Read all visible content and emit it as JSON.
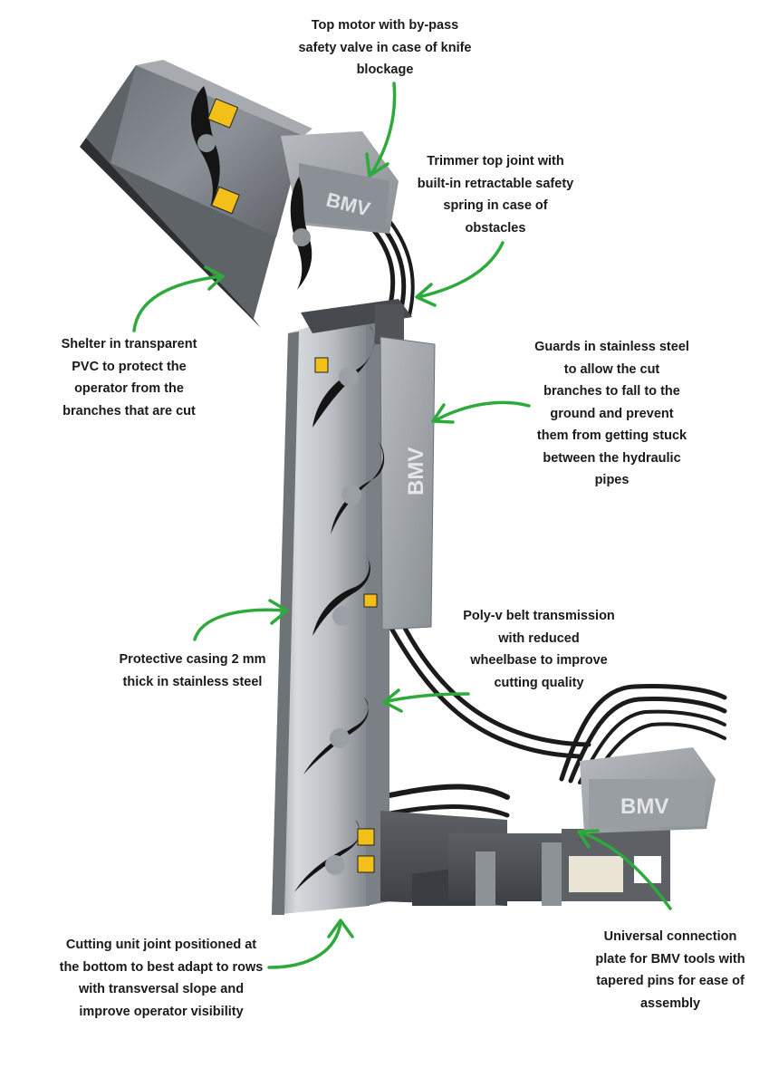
{
  "brand": {
    "name": "BMV"
  },
  "colors": {
    "arrow": "#2eaa3c",
    "text": "#1a1a1a",
    "steel_light": "#c4c7ca",
    "steel_mid": "#9ea3a8",
    "steel_dark": "#5c6065",
    "graphite": "#4a4d51",
    "shelter": "#7d8288",
    "knife": "#141414",
    "sticker": "#f3c01a",
    "hose": "#1b1b1b"
  },
  "callouts": {
    "top_motor": {
      "lines": [
        "Top motor with by-pass",
        "safety valve in case of knife",
        "blockage"
      ]
    },
    "top_joint": {
      "lines": [
        "Trimmer top joint with",
        "built-in retractable safety",
        "spring in case of",
        "obstacles"
      ]
    },
    "shelter": {
      "lines": [
        "Shelter in transparent",
        "PVC to protect the",
        "operator from the",
        "branches that are cut"
      ]
    },
    "guards": {
      "lines": [
        "Guards in stainless steel",
        "to allow the cut",
        "branches to fall to the",
        "ground and prevent",
        "them from getting stuck",
        "between the hydraulic",
        "pipes"
      ]
    },
    "belt": {
      "lines": [
        "Poly-v belt transmission",
        "with reduced",
        "wheelbase to improve",
        "cutting quality"
      ]
    },
    "casing": {
      "lines": [
        "Protective casing 2 mm",
        "thick in stainless steel"
      ]
    },
    "bottom_joint": {
      "lines": [
        "Cutting unit joint positioned at",
        "the bottom to best adapt to rows",
        "with transversal slope and",
        "improve operator visibility"
      ]
    },
    "connection_plate": {
      "lines": [
        "Universal connection",
        "plate for BMV tools with",
        "tapered pins for ease of",
        "assembly"
      ]
    }
  }
}
